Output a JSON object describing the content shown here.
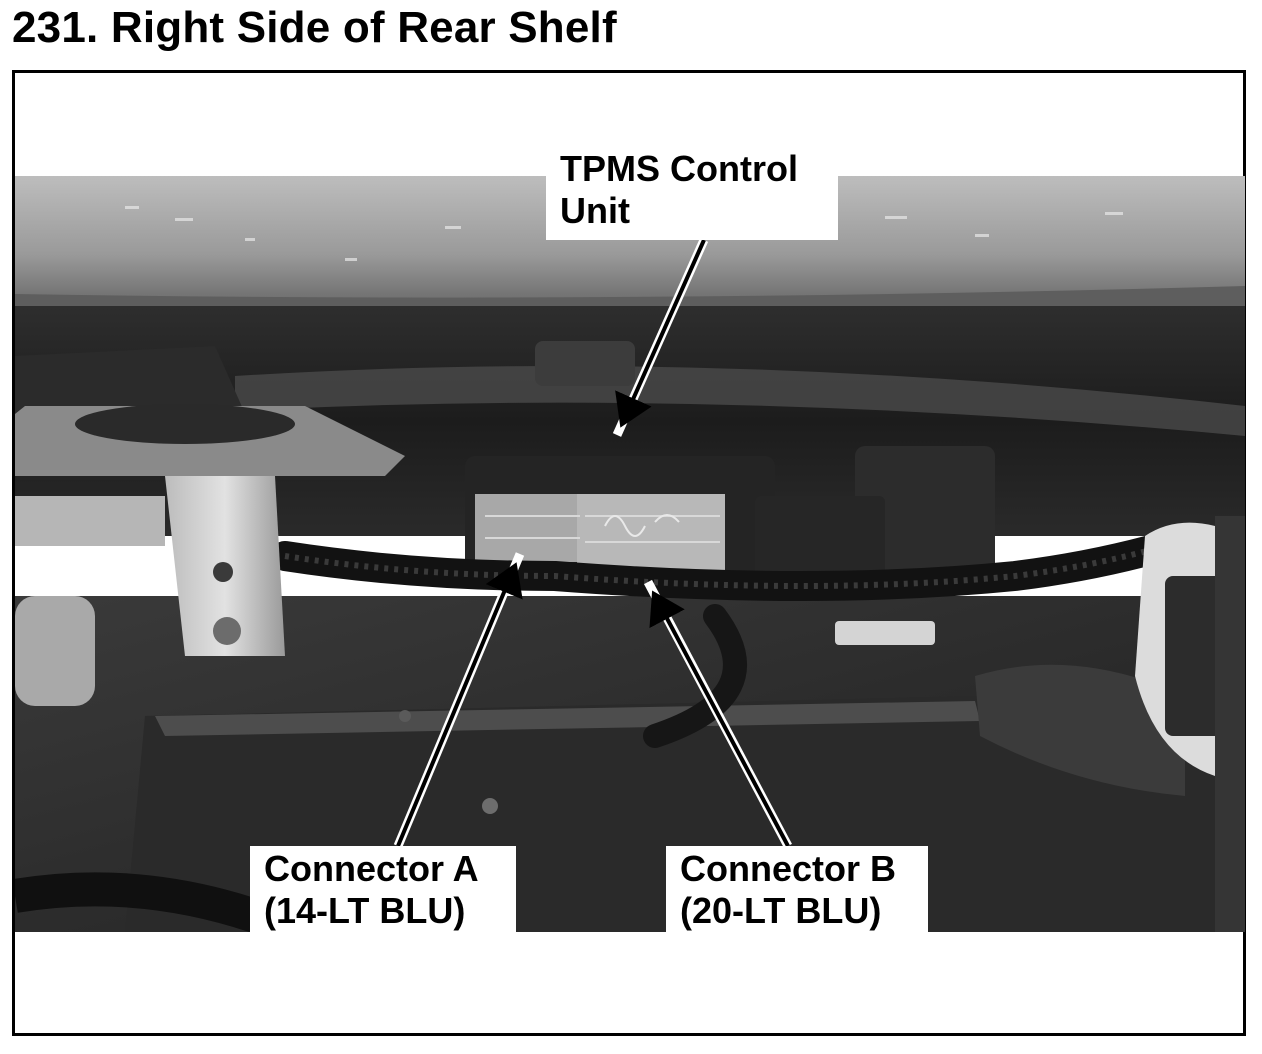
{
  "figure": {
    "title": "231. Right Side of Rear Shelf"
  },
  "callouts": {
    "tpms_unit": {
      "line1": "TPMS Control",
      "line2": "Unit"
    },
    "connector_a": {
      "line1": "Connector A",
      "line2": "(14-LT BLU)"
    },
    "connector_b": {
      "line1": "Connector B",
      "line2": "(20-LT BLU)"
    }
  },
  "colors": {
    "frame": "#000000",
    "callout_background": "#ffffff",
    "arrow": "#000000"
  }
}
